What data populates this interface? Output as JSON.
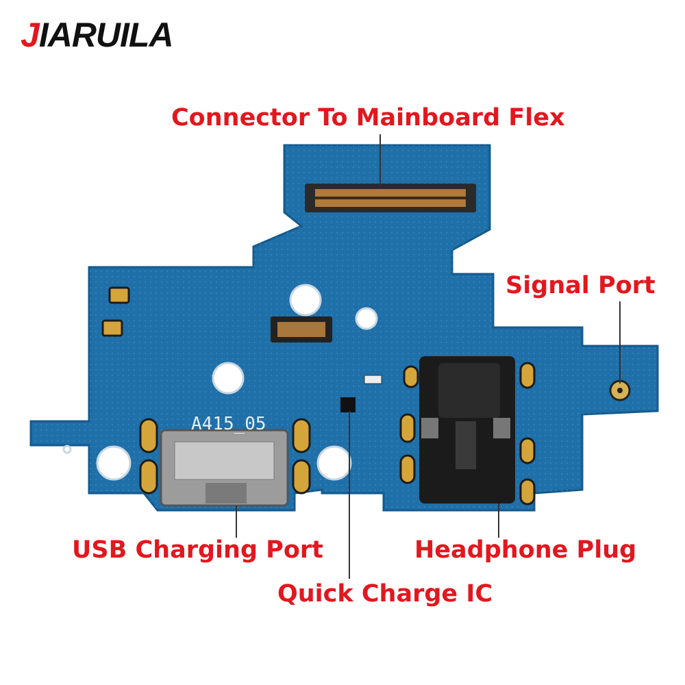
{
  "brand": {
    "first_letter": "J",
    "rest": "IARUILA"
  },
  "board_marking": "A415_05",
  "labels": {
    "connector": "Connector To Mainboard Flex",
    "signal": "Signal Port",
    "usb": "USB Charging Port",
    "headphone": "Headphone Plug",
    "ic": "Quick Charge IC"
  },
  "colors": {
    "label": "#e3171e",
    "pcb": "#1f6fa8",
    "pcb_dark": "#17598a"
  }
}
